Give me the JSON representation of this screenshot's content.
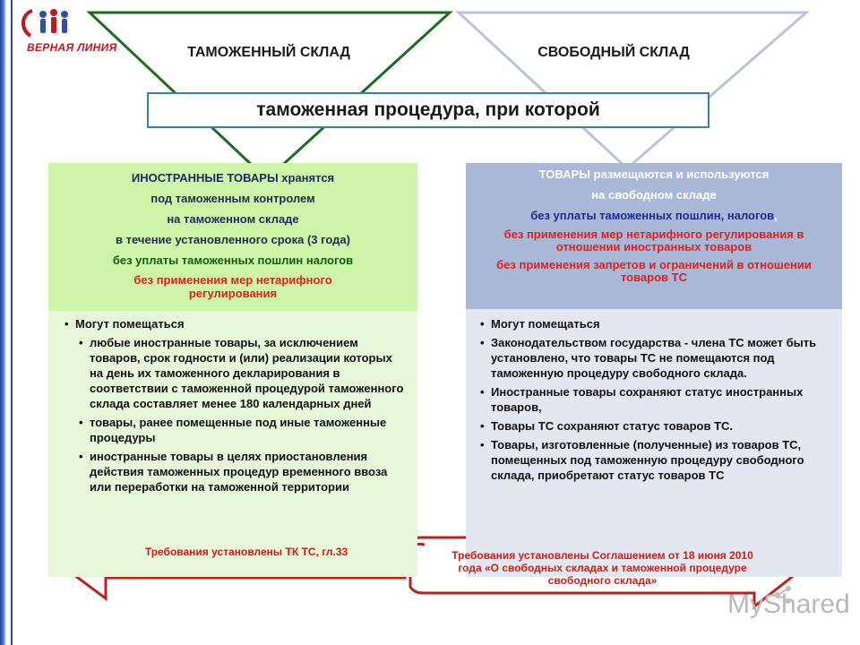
{
  "logo": {
    "text": "ВЕРНАЯ ЛИНИЯ"
  },
  "triangles": {
    "left_title": "ТАМОЖЕННЫЙ СКЛАД",
    "right_title": "СВОБОДНЫЙ СКЛАД"
  },
  "banner": {
    "text": "таможенная процедура,  при которой"
  },
  "left": {
    "top_lines": [
      "ИНОСТРАННЫЕ ТОВАРЫ хранятся",
      "под таможенным контролем",
      "на таможенном складе",
      "в течение установленного срока (3 года)",
      "без уплаты таможенных пошлин  налогов",
      "без применения мер нетарифного регулирования"
    ],
    "bullet_main": "Могут помещаться",
    "bullets": [
      "любые иностранные товары, за исключением товаров, срок годности и (или) реализации которых на день их таможенного декларирования в соответствии с таможенной процедурой таможенного склада составляет менее 180 календарных дней",
      "товары, ранее помещенные под иные таможенные процедуры",
      "иностранные товары в целях приостановления действия таможенных процедур временного ввоза или переработки на таможенной территории"
    ],
    "arrow_text": "Требования  установлены  ТК ТС, гл.33"
  },
  "right": {
    "top_lines": [
      "ТОВАРЫ размещаются и используются",
      "на свободном складе",
      "без уплаты таможенных пошлин, налогов",
      ",",
      "без применения мер нетарифного регулирования в отношении иностранных товаров",
      "без применения запретов и ограничений в отношении товаров ТС"
    ],
    "bullets": [
      "Могут помещаться",
      "Законодательством государства - члена ТС может быть установлено, что товары ТС не помещаются под таможенную процедуру свободного склада.",
      "Иностранные товары сохраняют статус иностранных товаров,",
      "Товары ТС сохраняют статус товаров ТС.",
      "Товары, изготовленные (полученные) из товаров ТС, помещенных под таможенную процедуру свободного склада, приобретают статус товаров ТС"
    ],
    "arrow_text": "Требования  установлены  Соглашением  от 18 июня 2010 года «О свободных складах и таможенной процедуре свободного склада»"
  },
  "watermark": {
    "text": "MyShared"
  },
  "colors": {
    "green_outline": "#1b6e1f",
    "blue_outline": "#b8c4dc",
    "arrow_red": "#c0201c",
    "accent_red": "#e0201c"
  }
}
